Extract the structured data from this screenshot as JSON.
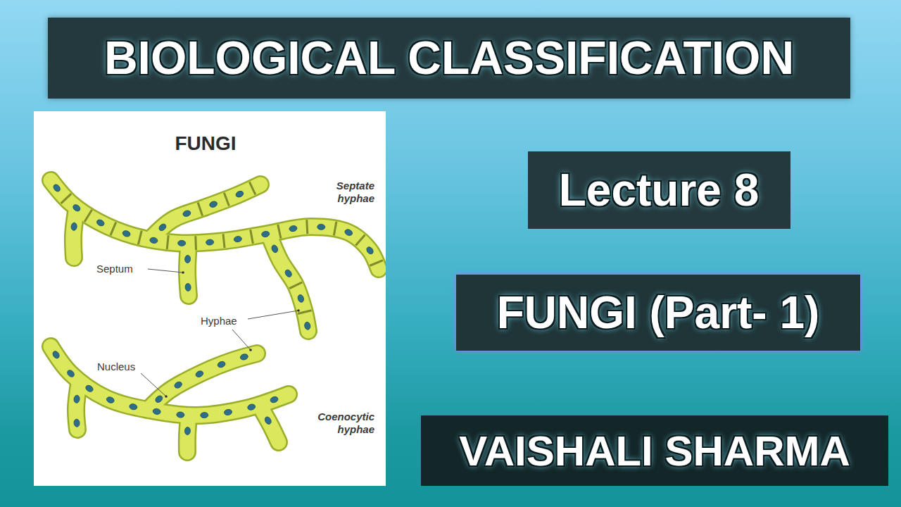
{
  "diagram": {
    "title": "BIOLOGICAL CLASSIFICATION",
    "nodes": [
      {
        "text": [
          "FUNGI"
        ]
      },
      {
        "text": [
          "Lecture 8"
        ]
      },
      {
        "text": [
          "FUNGI (Part- 1)"
        ]
      },
      {
        "text": [
          "VAISHALI SHARMA"
        ]
      }
    ],
    "labels": [
      "Septate hyphae",
      "Septum",
      "Hyphae",
      "Nucleus",
      "Coenocytic hyphae"
    ]
  }
}
